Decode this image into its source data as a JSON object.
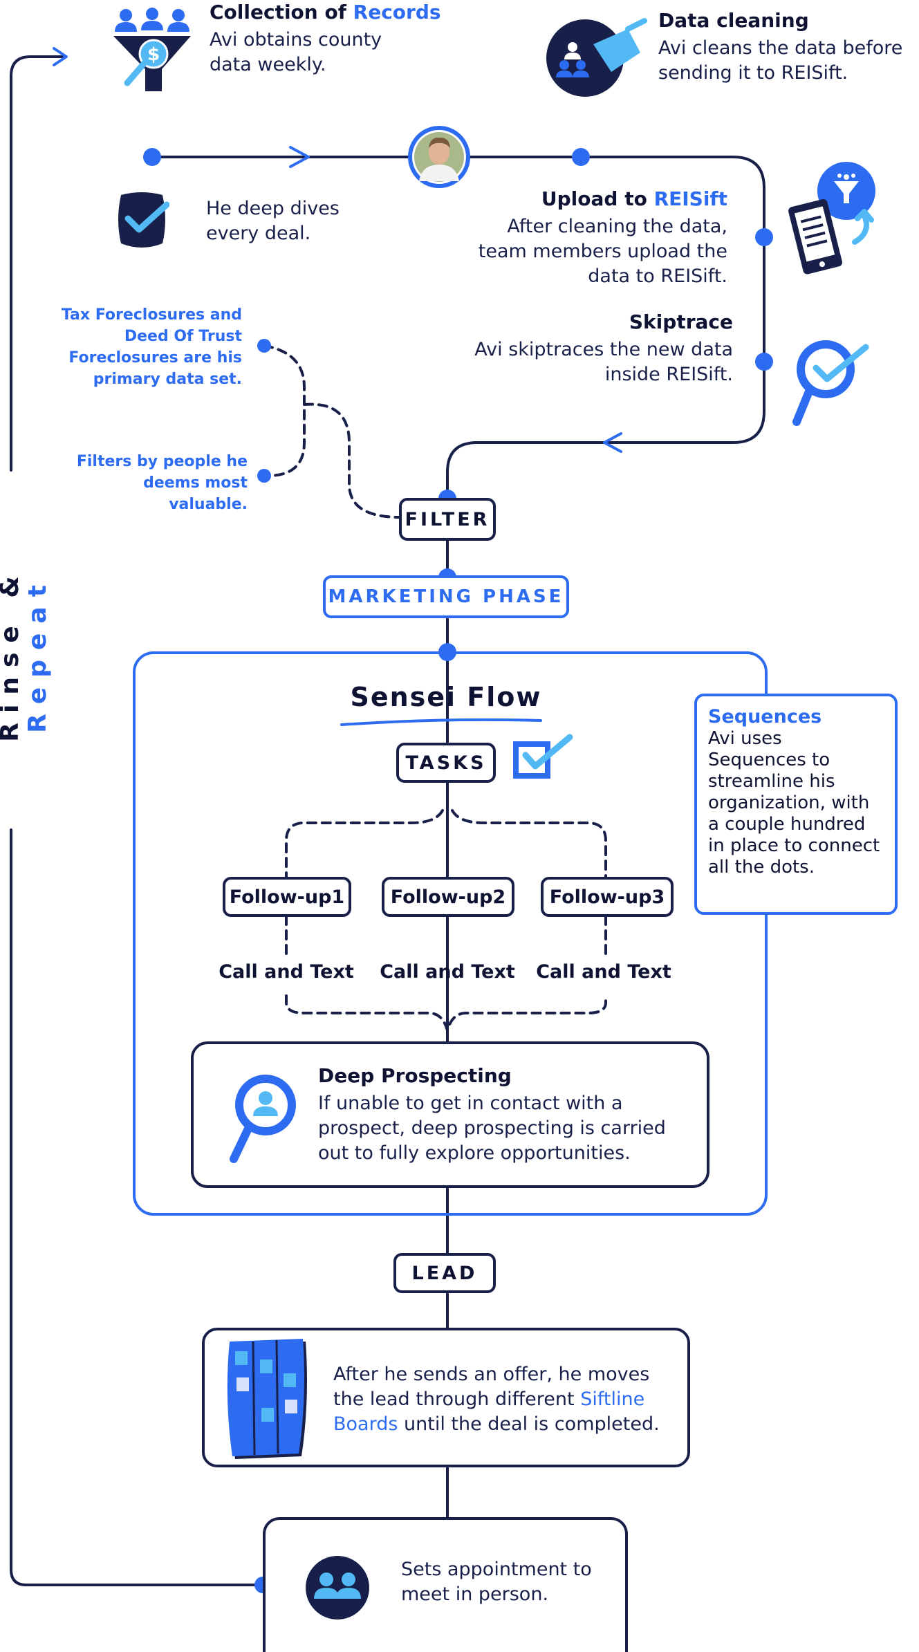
{
  "records": {
    "title_prefix": "Collection of ",
    "title_highlight": "Records",
    "text": "Avi obtains county data weekly."
  },
  "cleaning": {
    "title": "Data cleaning",
    "text": "Avi cleans the data before sending it to REISift."
  },
  "deep_dive": {
    "text": "He deep dives every deal."
  },
  "upload": {
    "title_prefix": "Upload to ",
    "title_highlight": "REISift",
    "text": "After cleaning the data, team members upload the data to REISift."
  },
  "skiptrace": {
    "title": "Skiptrace",
    "text": "Avi skiptraces the new data inside REISift."
  },
  "notes": {
    "primary": "Tax Foreclosures and Deed Of Trust Foreclosures are his primary data set.",
    "filters": "Filters by people he deems most valuable."
  },
  "filter_label": "FILTER",
  "marketing_label": "MARKETING PHASE",
  "rinse": {
    "part1": "Rinse & ",
    "part2": "Repeat"
  },
  "sensei": {
    "title": "Sensei Flow",
    "tasks": "TASKS"
  },
  "followups": [
    {
      "label": "Follow-up1",
      "action": "Call and Text"
    },
    {
      "label": "Follow-up2",
      "action": "Call and Text"
    },
    {
      "label": "Follow-up3",
      "action": "Call and Text"
    }
  ],
  "sequences": {
    "title": "Sequences",
    "text": "Avi uses Sequences to streamline his organization, with a couple hundred in place to connect all the dots."
  },
  "prospecting": {
    "title": "Deep Prospecting",
    "text": "If unable to get in contact with a prospect, deep prospecting is carried out to fully explore opportunities."
  },
  "lead_label": "LEAD",
  "offer": {
    "prefix": "After he sends an offer, he moves the lead through different ",
    "highlight": "Siftline Boards",
    "suffix": " until the deal is completed."
  },
  "appointment": {
    "text": "Sets appointment to meet in person."
  },
  "colors": {
    "navy": "#18204a",
    "blue": "#2d6cf0",
    "light_blue": "#52b9f5"
  }
}
